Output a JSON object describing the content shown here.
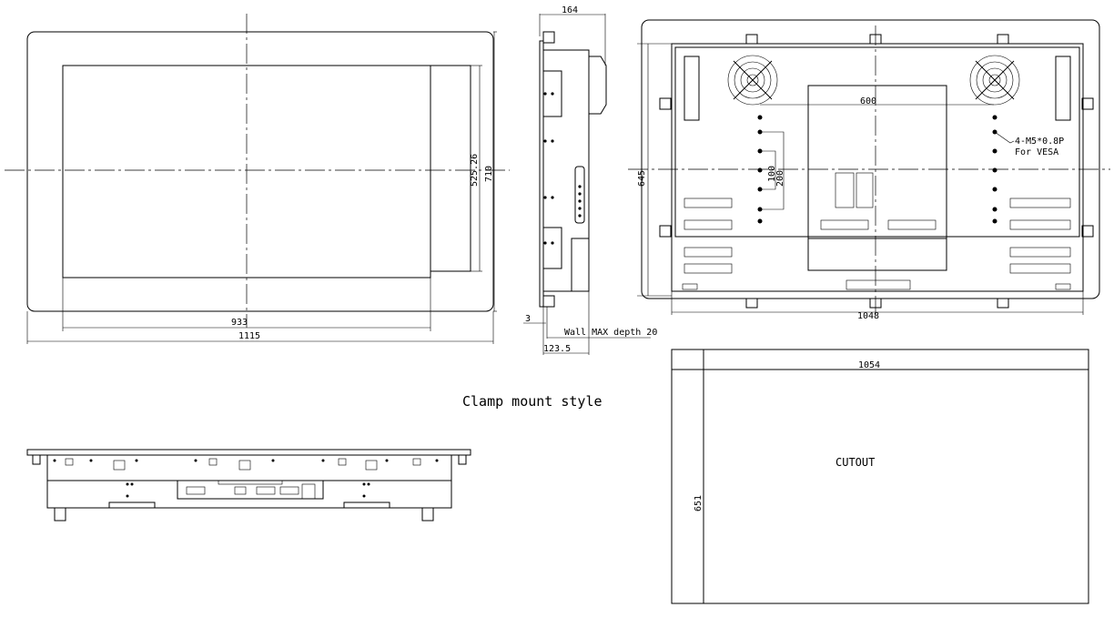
{
  "front_view": {
    "dim_width_inner": "933",
    "dim_width_outer": "1115",
    "dim_height_inner": "525.26",
    "dim_height_outer": "710"
  },
  "side_view": {
    "dim_depth": "164",
    "dim_lip": "3",
    "wall_note": "Wall MAX depth 20",
    "dim_depth_lower": "123.5"
  },
  "rear_view": {
    "dim_height": "645",
    "dim_width": "1048",
    "dim_vesa_span": "600",
    "dim_vesa_100": "100",
    "dim_vesa_200": "200",
    "vesa_note_line1": "4-M5*0.8P",
    "vesa_note_line2": "For VESA"
  },
  "title_note": "Clamp mount style",
  "cutout": {
    "label": "CUTOUT",
    "dim_width": "1054",
    "dim_height": "651"
  }
}
